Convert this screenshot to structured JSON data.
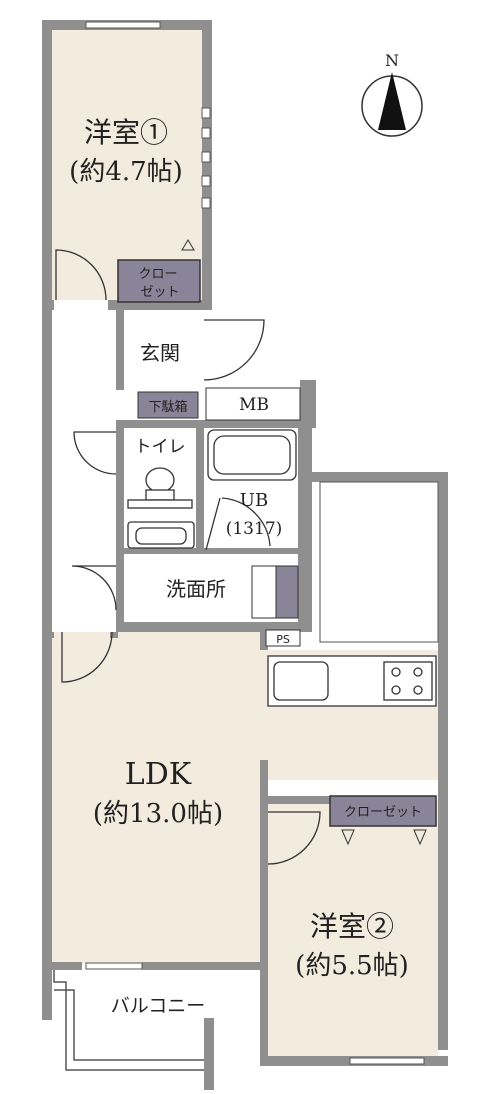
{
  "colors": {
    "floor": "#f4ebdf",
    "wall": "#8f8f8f",
    "closet": "#8a8498",
    "outline": "#333333",
    "background": "#ffffff"
  },
  "compass": {
    "label": "N"
  },
  "rooms": {
    "western1": {
      "name": "洋室①",
      "area": "(約4.7帖)"
    },
    "closet1": {
      "line1": "クロー",
      "line2": "ゼット"
    },
    "genkan": {
      "name": "玄関"
    },
    "shoe_box": {
      "name": "下駄箱"
    },
    "mb": {
      "name": "MB"
    },
    "toilet": {
      "name": "トイレ"
    },
    "ub": {
      "name": "UB",
      "size": "(1317)"
    },
    "washroom": {
      "name": "洗面所"
    },
    "ps": {
      "name": "PS"
    },
    "ldk": {
      "name": "LDK",
      "area": "(約13.0帖)"
    },
    "closet2": {
      "name": "クローゼット"
    },
    "western2": {
      "name": "洋室②",
      "area": "(約5.5帖)"
    },
    "balcony": {
      "name": "バルコニー"
    }
  }
}
